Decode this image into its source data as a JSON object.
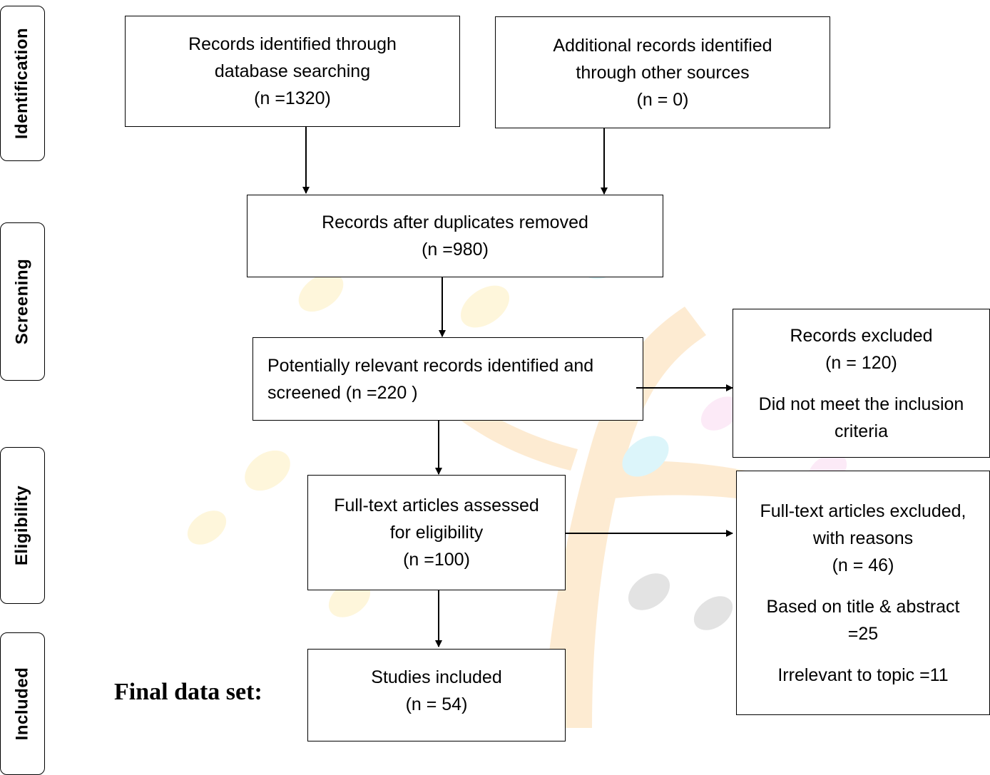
{
  "stages": {
    "identification": "Identification",
    "screening": "Screening",
    "eligibility": "Eligibility",
    "included": "Included"
  },
  "boxes": {
    "database_search": {
      "line1": "Records identified through",
      "line2": "database searching",
      "count": "(n =1320)"
    },
    "other_sources": {
      "line1": "Additional records identified",
      "line2": "through other sources",
      "count": "(n = 0)"
    },
    "after_duplicates": {
      "line1": "Records after duplicates removed",
      "count": "(n =980)"
    },
    "screened": {
      "line1": "Potentially relevant records identified and",
      "line2": "screened   (n =220 )"
    },
    "records_excluded": {
      "line1": "Records excluded",
      "count": "(n = 120)",
      "reason_line1": "Did not meet the inclusion",
      "reason_line2": "criteria"
    },
    "fulltext_assessed": {
      "line1": "Full-text articles assessed",
      "line2": "for eligibility",
      "count": "(n =100)"
    },
    "fulltext_excluded": {
      "line1": "Full-text articles excluded,",
      "line2": "with reasons",
      "count": "(n = 46)",
      "reason1_line1": "Based on title & abstract",
      "reason1_line2": "=25",
      "reason2": "Irrelevant to topic =11"
    },
    "included": {
      "line1": "Studies included",
      "count": "(n = 54)"
    }
  },
  "final_label": "Final data set:",
  "colors": {
    "border": "#000000",
    "arrow": "#000000",
    "watermark_orange": "#f7a233",
    "watermark_yellow": "#f9d65a",
    "watermark_cyan": "#5fd3e6"
  }
}
